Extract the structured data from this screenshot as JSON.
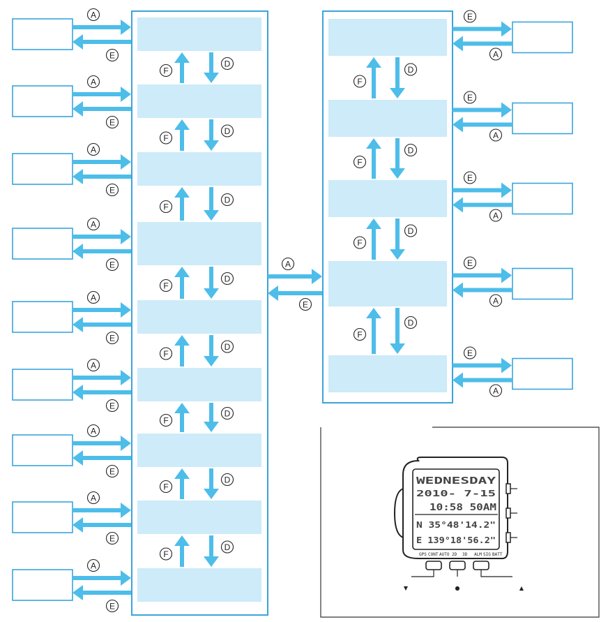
{
  "colors": {
    "frame": "#3aa4dc",
    "screen_fill": "#cdebf8",
    "arrow": "#4dbde9",
    "text": "#222222",
    "lcd": "#444444"
  },
  "labels": {
    "A": "A",
    "D": "D",
    "E": "E",
    "F": "F"
  },
  "left_column": {
    "screens": 9
  },
  "right_column": {
    "screens": 5
  },
  "watch": {
    "lcd_line1": "WEDNESDAY",
    "lcd_line2": "2010- 7-15",
    "lcd_line3": "10:58 50AM",
    "lcd_line4": "N 35°48'14.2\"",
    "lcd_line5": "E 139°18'56.2\"",
    "bottom_labels": [
      "GPS",
      "CONT",
      "AUTO",
      "2D",
      "3D",
      "ALM",
      "SIG",
      "BATT"
    ],
    "pointer_marks": [
      "▼",
      "●",
      "▲"
    ]
  }
}
